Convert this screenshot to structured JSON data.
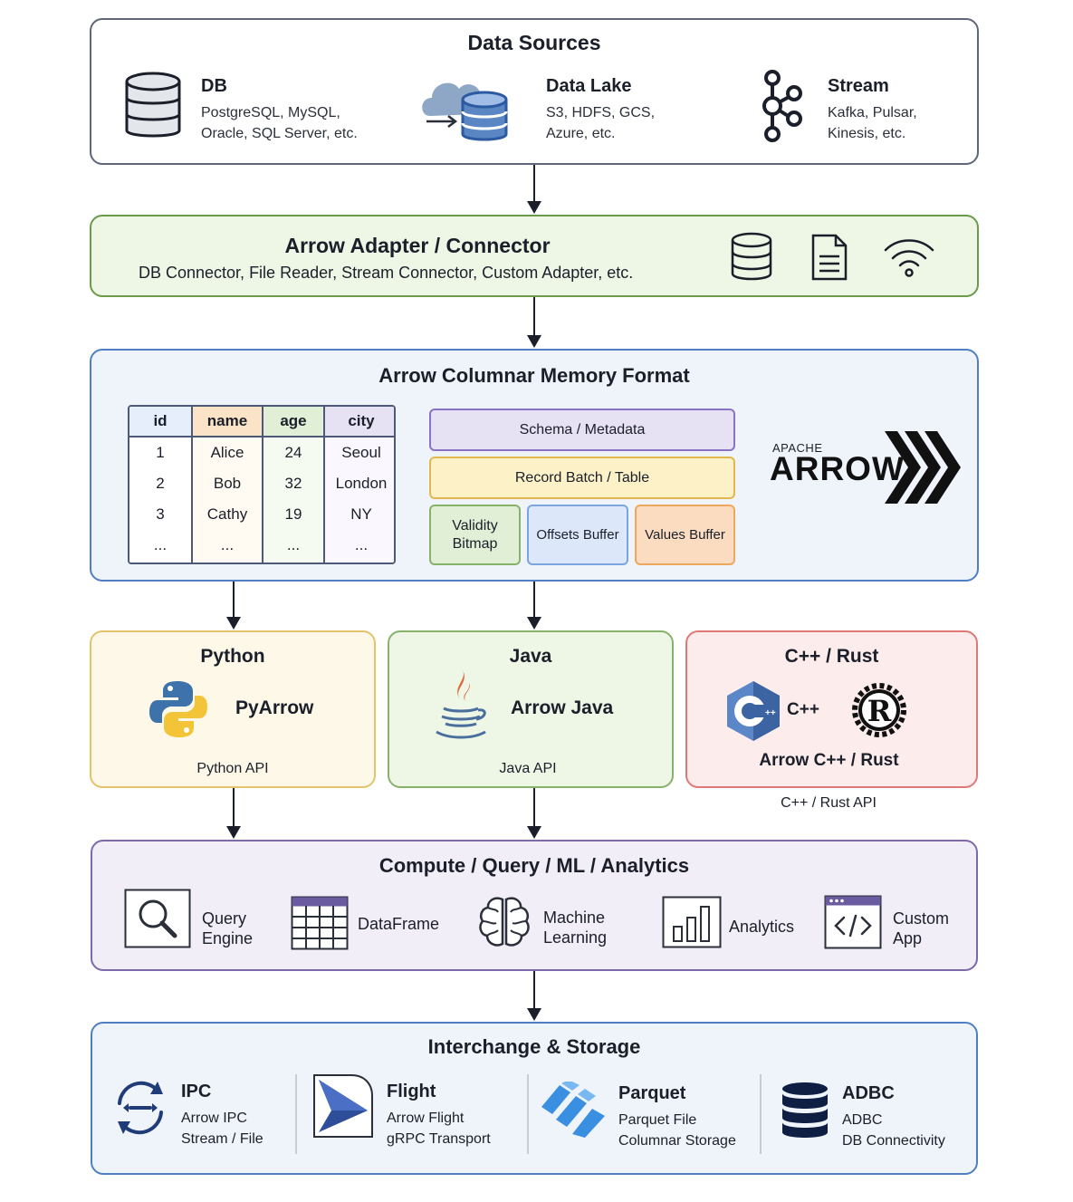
{
  "data_sources": {
    "title": "Data Sources",
    "items": [
      {
        "name": "DB",
        "desc_lines": [
          "PostgreSQL, MySQL,",
          "Oracle, SQL Server, etc."
        ],
        "icon": "database-icon"
      },
      {
        "name": "Data Lake",
        "desc_lines": [
          "S3, HDFS, GCS,",
          "Azure, etc."
        ],
        "icon": "cloud-database-icon"
      },
      {
        "name": "Stream",
        "desc_lines": [
          "Kafka, Pulsar,",
          "Kinesis, etc."
        ],
        "icon": "kafka-stream-icon"
      }
    ]
  },
  "adapter": {
    "title": "Arrow Adapter / Connector",
    "subtitle": "DB Connector, File Reader, Stream Connector, Custom Adapter, etc.",
    "icons": [
      "database-icon",
      "file-icon",
      "wifi-icon"
    ]
  },
  "memory_format": {
    "title": "Arrow Columnar Memory Format",
    "table": {
      "columns": [
        {
          "header": "id",
          "cells": [
            "1",
            "2",
            "3",
            "..."
          ],
          "color": "#e7eefb"
        },
        {
          "header": "name",
          "cells": [
            "Alice",
            "Bob",
            "Cathy",
            "..."
          ],
          "color": "#fbe3c8"
        },
        {
          "header": "age",
          "cells": [
            "24",
            "32",
            "19",
            "..."
          ],
          "color": "#e1efd6"
        },
        {
          "header": "city",
          "cells": [
            "Seoul",
            "London",
            "NY",
            "..."
          ],
          "color": "#e7e1f4"
        }
      ]
    },
    "schema": "Schema / Metadata",
    "record_batch": "Record Batch / Table",
    "validity_lines": [
      "Validity",
      "Bitmap"
    ],
    "offsets": "Offsets Buffer",
    "values": "Values Buffer",
    "logo_small": "APACHE",
    "logo_big": "ARROW"
  },
  "languages": {
    "python": {
      "title": "Python",
      "lib": "PyArrow",
      "api": "Python API",
      "icon": "python-icon"
    },
    "java": {
      "title": "Java",
      "lib": "Arrow Java",
      "api": "Java API",
      "icon": "java-icon"
    },
    "cpp": {
      "title": "C++ / Rust",
      "cpp_label": "C++",
      "lib": "Arrow C++ / Rust",
      "api": "C++ / Rust API",
      "icons": [
        "cpp-icon",
        "rust-icon"
      ]
    }
  },
  "compute": {
    "title": "Compute / Query / ML / Analytics",
    "items": [
      {
        "lines": [
          "Query",
          "Engine"
        ],
        "icon": "magnifier-icon"
      },
      {
        "lines": [
          "DataFrame"
        ],
        "icon": "grid-table-icon"
      },
      {
        "lines": [
          "Machine",
          "Learning"
        ],
        "icon": "brain-icon"
      },
      {
        "lines": [
          "Analytics"
        ],
        "icon": "bar-chart-icon"
      },
      {
        "lines": [
          "Custom",
          "App"
        ],
        "icon": "code-window-icon"
      }
    ]
  },
  "interchange": {
    "title": "Interchange & Storage",
    "items": [
      {
        "name": "IPC",
        "desc_lines": [
          "Arrow IPC",
          "Stream / File"
        ],
        "icon": "sync-arrows-icon"
      },
      {
        "name": "Flight",
        "desc_lines": [
          "Arrow Flight",
          "gRPC Transport"
        ],
        "icon": "flight-icon"
      },
      {
        "name": "Parquet",
        "desc_lines": [
          "Parquet File",
          "Columnar Storage"
        ],
        "icon": "parquet-icon"
      },
      {
        "name": "ADBC",
        "desc_lines": [
          "ADBC",
          "DB Connectivity"
        ],
        "icon": "database-stack-icon"
      }
    ]
  },
  "colors": {
    "dark": "#1b1f2a",
    "green_border": "#6a9a4a",
    "blue_border": "#4f7fc2",
    "purple_border": "#7e6aa8",
    "python_bg": "#fdf8e8",
    "java_bg": "#eef6e6",
    "cpp_bg": "#fcecec"
  }
}
